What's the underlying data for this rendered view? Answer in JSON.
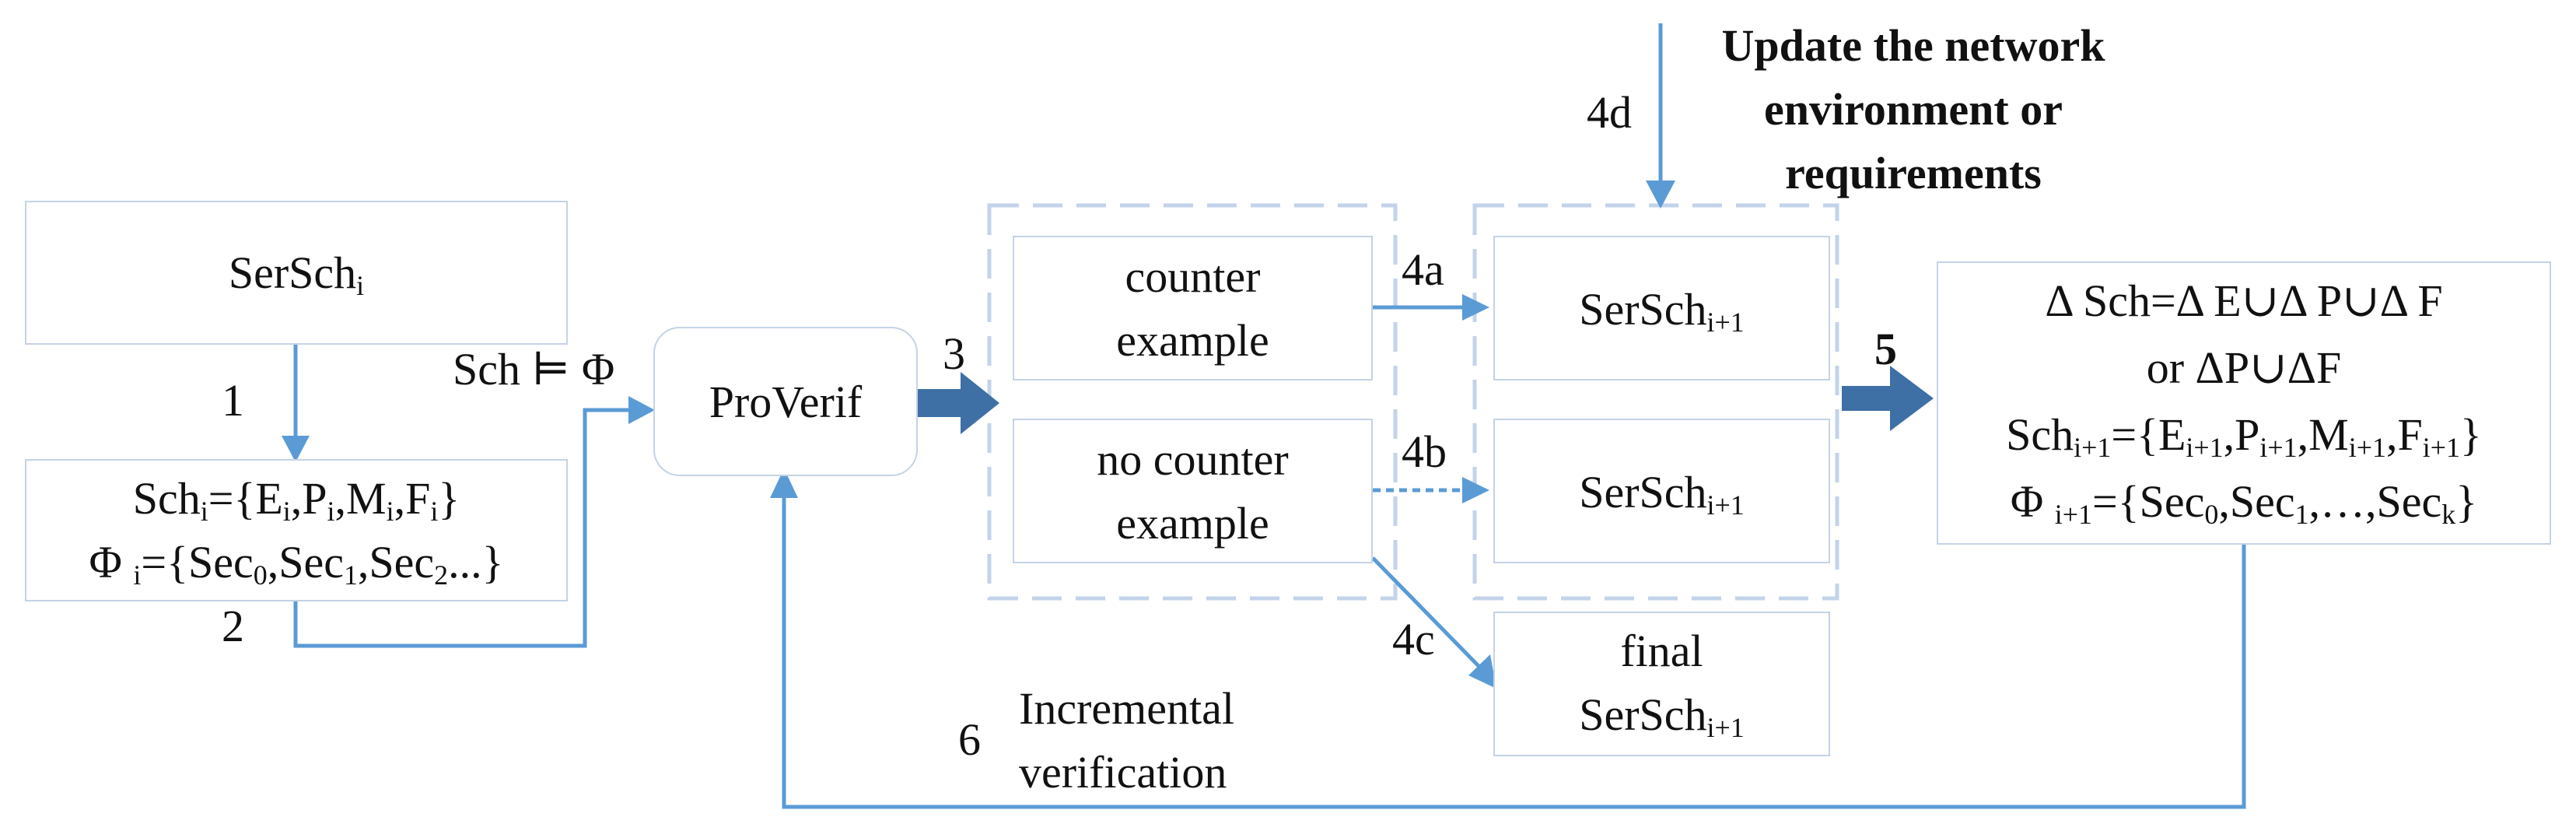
{
  "colors": {
    "arrow": "#5b9bd5",
    "thick_arrow": "#3e6fa5",
    "box_border": "#c4d3e6",
    "dashed_group": "#c2d3ea"
  },
  "boxes": {
    "serschi": {
      "base": "SerSch",
      "sub": "i"
    },
    "sch_i": {
      "line1": "Sch",
      "line1_sub": "i",
      "line1_rest": "={E",
      "e_sub": "i",
      "p": ",P",
      "p_sub": "i",
      "m": ",M",
      "m_sub": "i",
      "f": ",F",
      "f_sub": "i",
      "close": "}",
      "line2_a": "Φ ",
      "line2_sub_i": "i",
      "line2_b": "={Sec",
      "s0": "0",
      "s1t": ",Sec",
      "s1": "1",
      "s2t": ",Sec",
      "s2": "2",
      "end": "...}"
    },
    "proverif": "ProVerif",
    "counter_example": [
      "counter",
      "example"
    ],
    "no_counter_example": [
      "no counter",
      "example"
    ],
    "serschi1_a": {
      "base": "SerSch",
      "sub": "i+1"
    },
    "serschi1_b": {
      "base": "SerSch",
      "sub": "i+1"
    },
    "final": {
      "line1": "final",
      "base": "SerSch",
      "sub": "i+1"
    },
    "result": {
      "line1": "Δ Sch=Δ E∪Δ P∪Δ F",
      "line2": "or ΔP∪ΔF",
      "line3": {
        "a": "Sch",
        "a_sub": "i+1",
        "b": "={E",
        "b_sub": "i+1",
        "c": ",P",
        "c_sub": "i+1",
        "d": ",M",
        "d_sub": "i+1",
        "e": ",F",
        "e_sub": "i+1",
        "f": "}"
      },
      "line4": {
        "a": "Φ ",
        "a_sub": "i+1",
        "b": "={Sec",
        "b_sub": "0",
        "c": ",Sec",
        "c_sub": "1",
        "d": ",…,Sec",
        "d_sub": "k",
        "e": "}"
      }
    }
  },
  "labels": {
    "step1": "1",
    "step2": "2",
    "step3": "3",
    "step4a": "4a",
    "step4b": "4b",
    "step4c": "4c",
    "step4d": "4d",
    "step5": "5",
    "step6": "6",
    "sch_models": "Sch ⊨ Φ",
    "update": [
      "Update the network",
      "environment or",
      "requirements"
    ],
    "incremental": [
      "Incremental",
      "verification"
    ]
  }
}
